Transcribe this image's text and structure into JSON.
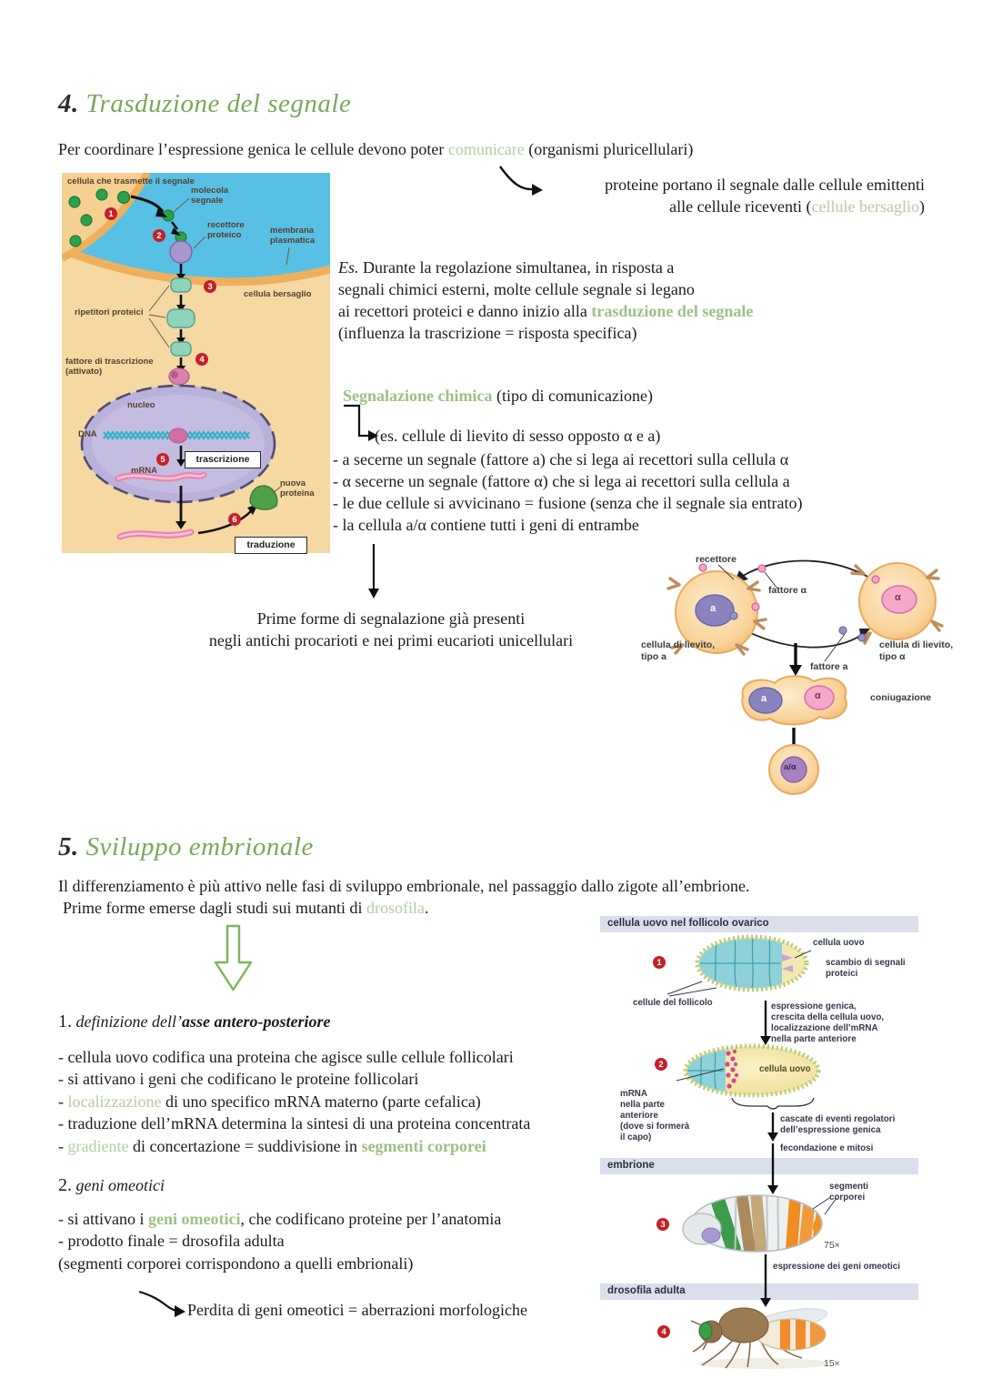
{
  "s4": {
    "num": "4.",
    "title": "Trasduzione del segnale",
    "intro": {
      "pre": "Per coordinare l’espressione genica le cellule devono poter ",
      "hl": "comunicare",
      "post": " (organismi pluricellulari)"
    },
    "note": {
      "l1": "proteine portano il segnale dalle cellule emittenti",
      "l2pre": "alle cellule riceventi (",
      "l2hl": "cellule bersaglio",
      "l2post": ")"
    },
    "es": {
      "l1a": "Es.",
      "l1b": " Durante la regolazione simultanea, in risposta a",
      "l2": "segnali chimici esterni, molte cellule segnale si legano",
      "l3pre": "ai recettori proteici e danno inizio alla ",
      "l3hl": "trasduzione del segnale",
      "l4": " (influenza la trascrizione = risposta specifica)"
    },
    "segn": {
      "hl": "Segnalazione chimica",
      "post": " (tipo di comunicazione)"
    },
    "yeast_intro": "(es. cellule di lievito di sesso opposto α e a)",
    "bullets": [
      "- a secerne un segnale (fattore a) che si lega ai recettori sulla cellula α",
      "- α secerne un segnale (fattore α) che si lega ai recettori sulla cellula a",
      "- le due cellule si avvicinano = fusione (senza che il segnale sia entrato)",
      "- la cellula a/α contiene tutti i geni di entrambe"
    ],
    "prime": {
      "l1": "Prime forme di segnalazione già presenti",
      "l2": "negli antichi procarioti e nei primi eucarioti unicellulari"
    }
  },
  "d1": {
    "title": "cellula che trasmette il segnale",
    "molecola": "molecola\nsegnale",
    "recettore": "recettore\nproteico",
    "membrana": "membrana\nplasmatica",
    "bersaglio": "cellula bersaglio",
    "ripetitori": "ripetitori proteici",
    "fattore": "fattore di trascrizione\n(attivato)",
    "nucleo": "nucleo",
    "dna": "DNA",
    "mrna": "mRNA",
    "trascrizione": "trascrizione",
    "nuova": "nuova\nproteina",
    "traduzione": "traduzione",
    "steps": [
      "1",
      "2",
      "3",
      "4",
      "5",
      "6"
    ]
  },
  "yeast": {
    "recettore": "recettore",
    "fattore_alpha": "fattore α",
    "fattore_a": "fattore a",
    "cell_a": "cellula di lievito,\ntipo a",
    "cell_alpha": "cellula di lievito,\ntipo α",
    "coniugazione": "coniugazione",
    "nucleus_a": "a",
    "nucleus_alpha": "α",
    "nucleus_fused_a": "a",
    "nucleus_fused_alpha": "α",
    "nucleus_final": "a/α"
  },
  "s5": {
    "num": "5.",
    "title": "Sviluppo embrionale",
    "p1": "Il differenziamento è più attivo nelle fasi di sviluppo embrionale, nel passaggio dallo zigote all’embrione.",
    "p2pre": "Prime forme emerse dagli studi sui mutanti di ",
    "p2hl": "drosofila",
    "p2post": ".",
    "sub1num": "1.",
    "sub1it": " definizione dell’",
    "sub1b": "asse antero-posteriore",
    "b1": [
      "- cellula uovo codifica una proteina che agisce sulle cellule follicolari",
      "- si attivano i geni che codificano le proteine follicolari",
      " di uno specifico mRNA materno (parte cefalica)",
      "- traduzione dell’mRNA determina la sintesi di una proteina concentrata",
      " di concertazione = suddivisione in "
    ],
    "b1_hl3": "localizzazione",
    "b1_hl5a": "gradiente",
    "b1_hl5b": "segmenti corporei",
    "dash": "- ",
    "sub2num": "2.",
    "sub2it": " geni omeotici",
    "b2_1pre": "- si attivano i ",
    "b2_1hl": "geni omeotici",
    "b2_1post": ", che codificano proteine per l’anatomia",
    "b2_2": "- prodotto finale = drosofila adulta",
    "b2_3": "(segmenti corporei corrispondono a quelli embrionali)",
    "perdita": "Perdita di geni omeotici = aberrazioni morfologiche"
  },
  "dro": {
    "hdr1": "cellula uovo nel follicolo ovarico",
    "hdr2": "embrione",
    "hdr3": "drosofila adulta",
    "cellula_uovo": "cellula uovo",
    "scambio": "scambio di segnali\nproteici",
    "follicolo": "cellule del follicolo",
    "arrow1": "espressione genica,\ncrescita della cellula uovo,\nlocalizzazione dell’mRNA\nnella parte anteriore",
    "cellula_uovo2": "cellula uovo",
    "mrna": "mRNA\nnella parte\nanteriore\n(dove si formerà\nil capo)",
    "arrow2": "cascate di eventi regolatori\ndell’espressione genica",
    "arrow3": "fecondazione e mitosi",
    "segmenti": "segmenti\ncorporei",
    "mag75": "75×",
    "arrow4": "espressione dei geni omeotici",
    "mag15": "15×",
    "steps": [
      "1",
      "2",
      "3",
      "4"
    ]
  }
}
